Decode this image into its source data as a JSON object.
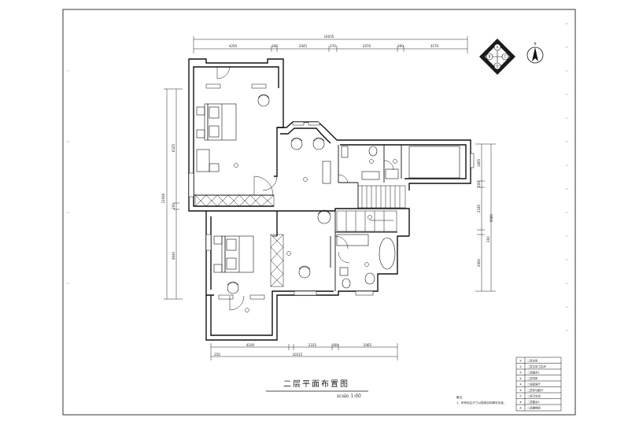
{
  "drawing": {
    "title": "二层平面布置图",
    "scale": "scale 1:60",
    "notes_heading": "备注:",
    "notes_line": "1、所有标注尺寸以现场实际情况为准。"
  },
  "dimensions": {
    "top_total": "14035",
    "top_segments": [
      "4250",
      "300",
      "2045",
      "270",
      "2070",
      "300",
      "3170"
    ],
    "left_total": "12040",
    "left_segments": [
      "6325",
      "200",
      "4640"
    ],
    "right_total": "9080",
    "right_segments": [
      "1805",
      "2185",
      "2900"
    ],
    "right_middle": "200",
    "bottom_segments": [
      "4100",
      "2225",
      "300",
      "5065"
    ],
    "bottom_total": "10115",
    "bottom_left": "250"
  },
  "compass": {
    "letters": [
      "A",
      "B",
      "C",
      "D"
    ],
    "north": "N"
  },
  "legend": {
    "items": [
      {
        "num": "①",
        "label": "二层主卧"
      },
      {
        "num": "②",
        "label": "二层主卧卫生间"
      },
      {
        "num": "③",
        "label": "二层露台1"
      },
      {
        "num": "④",
        "label": "二层次卧"
      },
      {
        "num": "⑤",
        "label": "二层起居厅"
      },
      {
        "num": "⑥",
        "label": "二层多功能厅"
      },
      {
        "num": "⑦",
        "label": "二层卫生间"
      },
      {
        "num": "⑧",
        "label": "二层露台2"
      },
      {
        "num": "⑨",
        "label": "二层楼梯间"
      }
    ]
  }
}
